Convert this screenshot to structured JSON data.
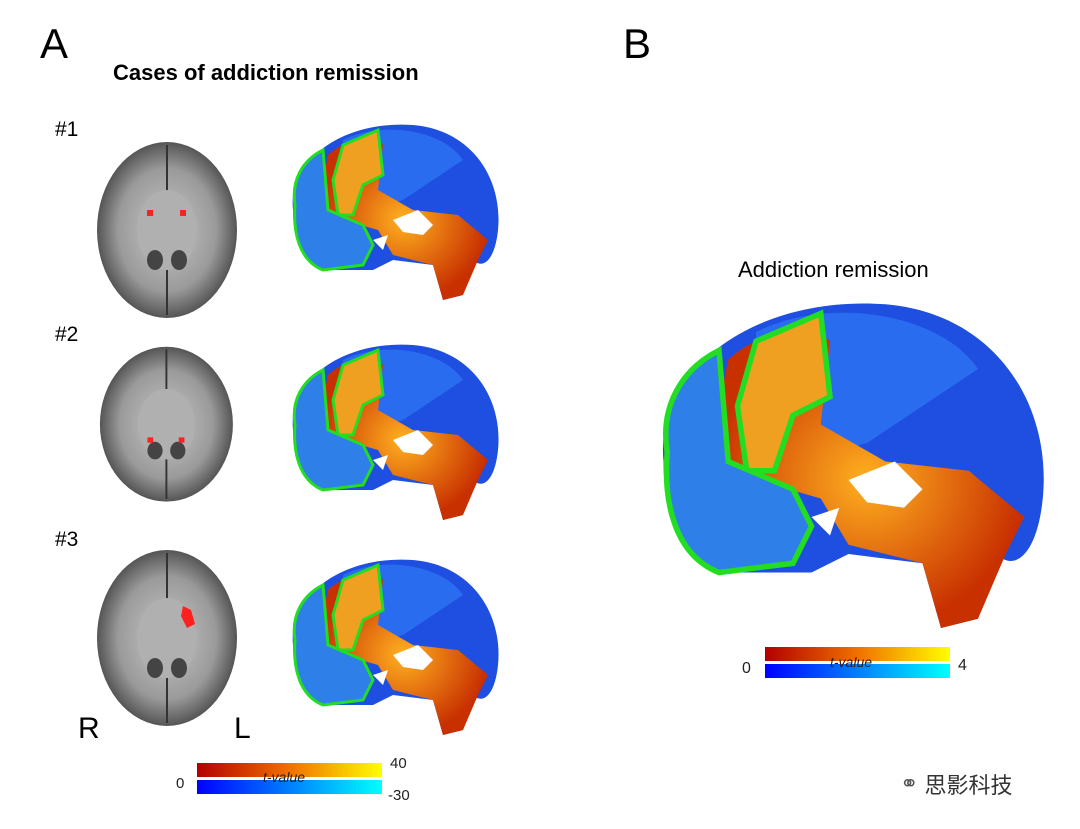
{
  "panel_a": {
    "label": "A",
    "title": "Cases of addiction remission",
    "cases": [
      {
        "label": "#1"
      },
      {
        "label": "#2"
      },
      {
        "label": "#3"
      }
    ],
    "orientation": {
      "right": "R",
      "left": "L"
    },
    "colorbar": {
      "zero": "0",
      "max": "40",
      "min": "-30",
      "label": "t-value"
    }
  },
  "panel_b": {
    "label": "B",
    "title": "Addiction remission",
    "colorbar": {
      "zero": "0",
      "max": "4",
      "label": "t-value"
    }
  },
  "colors": {
    "positive_start": "#b30000",
    "positive_end": "#ffff00",
    "negative_start": "#0000ff",
    "negative_end": "#00ffff",
    "outline": "#22dd22",
    "lesion": "#ff2020"
  },
  "watermark": "思影科技"
}
